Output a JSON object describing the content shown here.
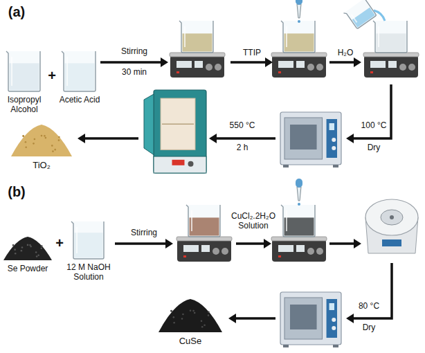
{
  "diagram": {
    "labels": [
      "(a)",
      "Isopropyl Alcohol",
      "+",
      "Acetic Acid",
      "Stirring",
      "30 min",
      "TTIP",
      "H₂O",
      "100 °C",
      "Dry",
      "550 °C",
      "2 h",
      "TiO₂",
      "(b)",
      "Se Powder",
      "+",
      "12 M NaOH Solution",
      "Stirring",
      "CuCl₂.2H₂O Solution",
      "80 °C",
      "Dry",
      "CuSe"
    ]
  }
}
